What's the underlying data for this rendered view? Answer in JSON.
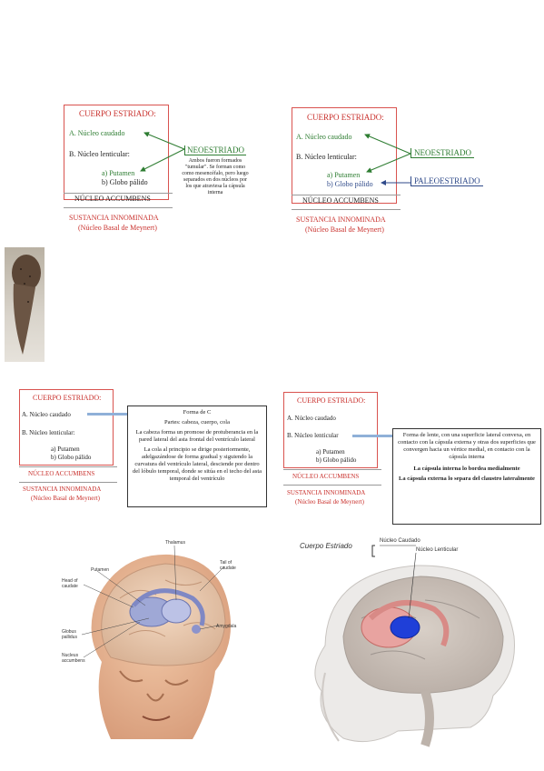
{
  "panel1": {
    "title": "CUERPO ESTRIADO:",
    "item_a": "A.  Núcleo caudado",
    "item_b": "B.  Núcleo lenticular:",
    "sub_a": "a)  Putamen",
    "sub_b": "b)  Globo pálido",
    "accumbens": "NÚCLEO ACCUMBENS",
    "innominada": "SUSTANCIA INNOMINADA",
    "meynert": "(Núcleo Basal de Meynert)",
    "neo": "NEOESTRIADO",
    "note": "Ambos fueron formados \"tumular\". Se forman como como mesencéfalo, pero luego separados en dos núcleos por los que atraviesa la cápsula interna"
  },
  "panel2": {
    "title": "CUERPO ESTRIADO:",
    "item_a": "A.  Núcleo caudado",
    "item_b": "B.  Núcleo lenticular:",
    "sub_a": "a)  Putamen",
    "sub_b": "b)  Globo pálido",
    "accumbens": "NÚCLEO ACCUMBENS",
    "innominada": "SUSTANCIA INNOMINADA",
    "meynert": "(Núcleo Basal de Meynert)",
    "neo": "NEOESTRIADO",
    "paleo": "PALEOESTRIADO"
  },
  "panel3": {
    "title": "CUERPO ESTRIADO:",
    "item_a": "A.  Núcleo caudado",
    "item_b": "B.  Núcleo lenticular:",
    "sub_a": "a)  Putamen",
    "sub_b": "b)  Globo pálido",
    "accumbens": "NÚCLEO ACCUMBENS",
    "innominada": "SUSTANCIA INNOMINADA",
    "meynert": "(Núcleo Basal de Meynert)",
    "info_head": "Forma de C",
    "info_parts": "Partes: cabeza, cuerpo, cola",
    "info_p1": "La cabeza forma un promose de protuberancia en la pared lateral del asta frontal del ventrículo lateral",
    "info_p2": "La cola al principio se dirige posteriormente, adelgazándose de forma gradual y siguiendo la curvatura del ventrículo lateral, desciende por dentro del lóbulo temporal, donde se sitúa en el techo del asta temporal del ventrículo"
  },
  "panel4": {
    "title": "CUERPO ESTRIADO:",
    "item_a": "A.  Núcleo caudado",
    "item_b": "B.  Núcleo lenticular",
    "sub_a": "a)  Putamen",
    "sub_b": "b)  Globo pálido",
    "accumbens": "NÚCLEO ACCUMBENS",
    "innominada": "SUSTANCIA INNOMINADA",
    "meynert": "(Núcleo Basal de Meynert)",
    "info_p1": "Forma de lente, con una superficie lateral convexa, en contacto con la cápsula externa y otras dos superficies que convergen hacia un vértice medial, en contacto con la cápsula interna",
    "info_p2": "La cápsula interna lo bordea medialmente",
    "info_p3": "La cápsula externa lo separa del claustro lateralmente"
  },
  "fig_left": {
    "putamen": "Putamen",
    "thalamus": "Thalamus",
    "tail": "Tail of caudate",
    "head": "Head of caudate",
    "globus": "Globus pallidus",
    "amygdala": "Amygdala",
    "nucleus": "Nucleus accumbens"
  },
  "fig_right": {
    "cuerpo": "Cuerpo Estriado",
    "caudado": "Núcleo Caudado",
    "lenticular": "Núcleo Lenticular"
  },
  "colors": {
    "red": "#c9302c",
    "green": "#2e7d32",
    "blue": "#2f4a8a",
    "connector": "#8fb0d8"
  }
}
